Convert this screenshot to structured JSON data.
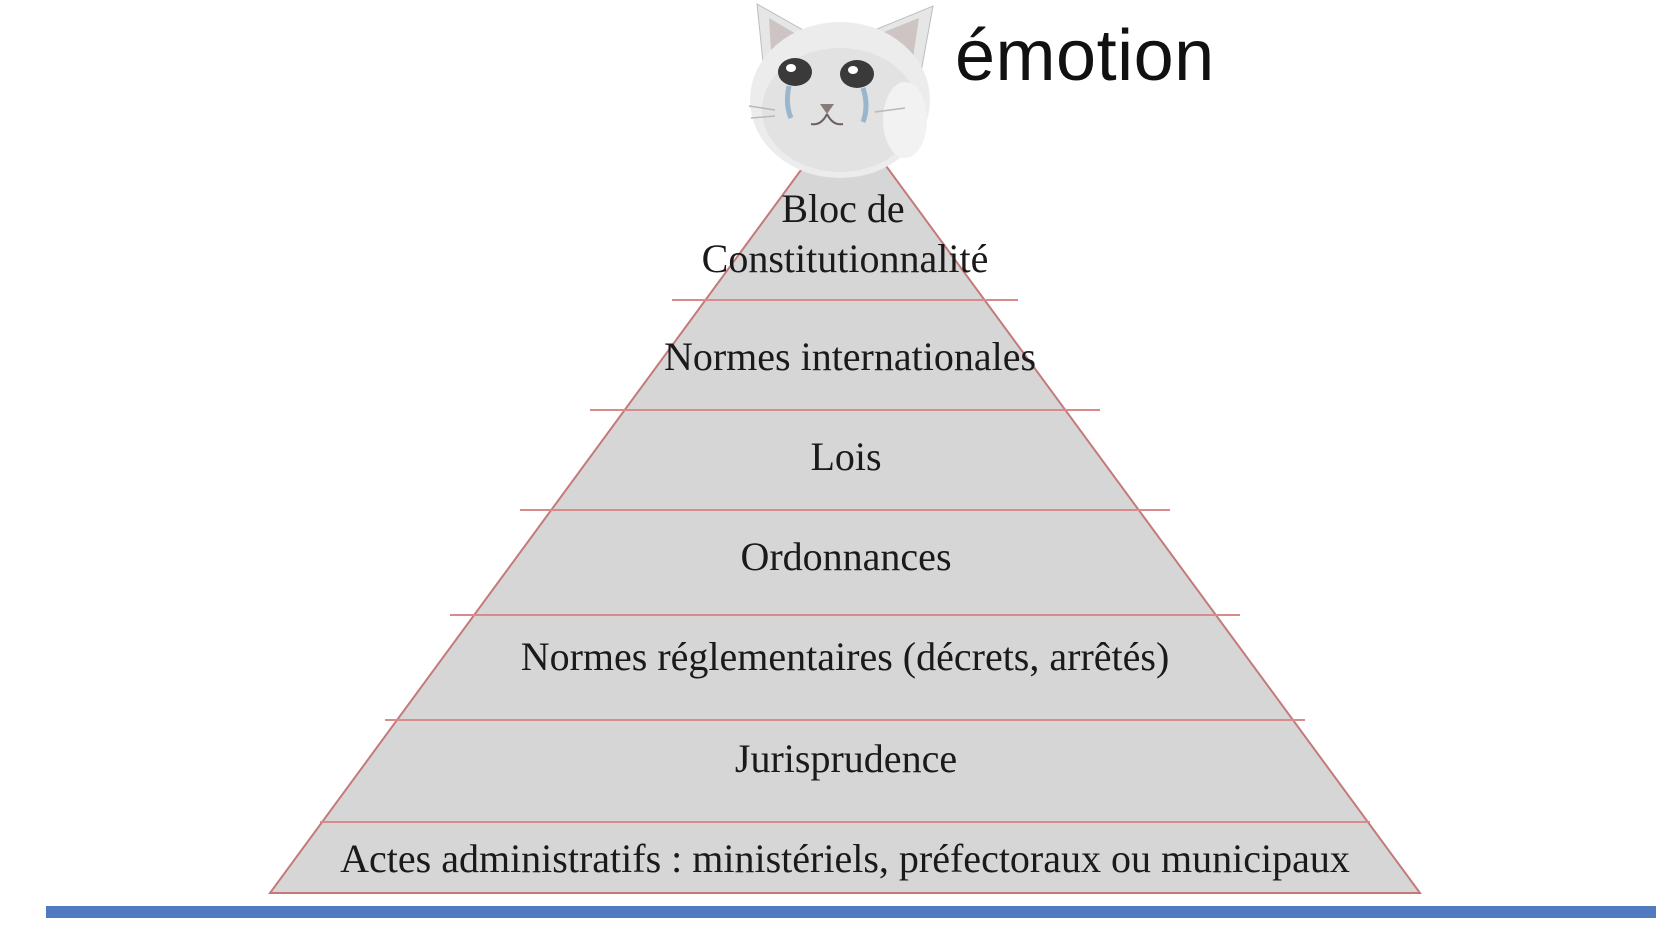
{
  "caption": "émotion",
  "colors": {
    "layer_fill": "#d6d6d6",
    "separator": "#d98a8a",
    "outline": "#c47a7a",
    "bar": "#4f7ac0",
    "text": "#1a1a1a"
  },
  "sticker": {
    "icon": "crying-cat-icon"
  },
  "layers": [
    {
      "lines": [
        "Bloc de",
        "Constitutionnalité"
      ]
    },
    {
      "lines": [
        "Normes internationales"
      ]
    },
    {
      "lines": [
        "Lois"
      ]
    },
    {
      "lines": [
        "Ordonnances"
      ]
    },
    {
      "lines": [
        "Normes réglementaires (décrets, arrêtés)"
      ]
    },
    {
      "lines": [
        "Jurisprudence"
      ]
    },
    {
      "lines": [
        "Actes administratifs : ministériels, préfectoraux ou municipaux"
      ]
    }
  ]
}
